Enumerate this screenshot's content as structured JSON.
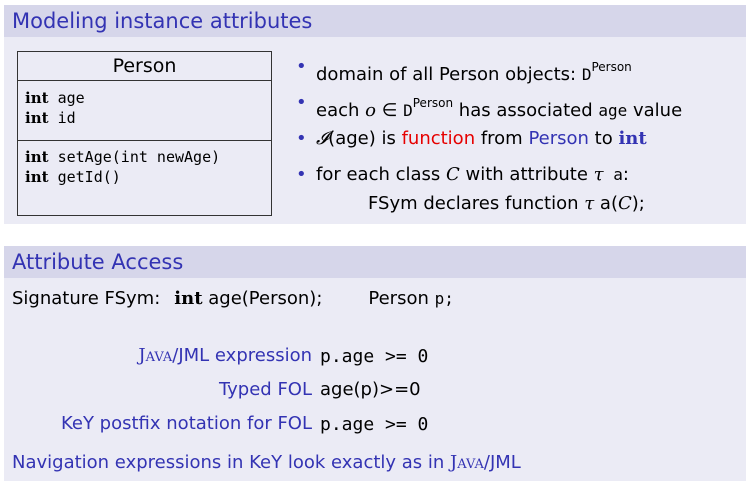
{
  "block1": {
    "title": "Modeling instance attributes",
    "uml": {
      "class_name": "Person",
      "attributes": [
        {
          "type": "int",
          "name": " age"
        },
        {
          "type": "int",
          "name": " id"
        }
      ],
      "operations": [
        {
          "type": "int",
          "name": " setAge(int newAge)"
        },
        {
          "type": "int",
          "name": " getId()"
        }
      ]
    },
    "bullets": {
      "b1_text": "domain of all Person objects: ",
      "b1_domain": "D",
      "b1_sup": "Person",
      "b2_pre": "each ",
      "b2_o": "o",
      "b2_in": " ∈ ",
      "b2_domain": "D",
      "b2_sup": "Person",
      "b2_post": " has associated ",
      "b2_age": "age",
      "b2_end": " value",
      "b3_I": "𝓘",
      "b3_arg": "(age)",
      "b3_is": " is ",
      "b3_function": "function",
      "b3_from": " from ",
      "b3_person": "Person",
      "b3_to": " to ",
      "b3_int": "int",
      "b4_pre": "for each class ",
      "b4_C": "C",
      "b4_mid": " with attribute ",
      "b4_tau": "τ",
      "b4_a": " a",
      "b4_colon": ":",
      "cont_pre": "FSym declares function ",
      "cont_tau": "τ",
      "cont_a": " a(",
      "cont_C": "C",
      "cont_end": ");"
    }
  },
  "block2": {
    "title": "Attribute Access",
    "signature_label": "Signature FSym:",
    "sig_int": "int",
    "sig_decl": " age(Person);",
    "sig_person": "Person ",
    "sig_p": "p;",
    "rows": [
      {
        "label_pre": "",
        "label_java": "Java",
        "label_post": "/JML expression",
        "value": "p.age >= 0"
      },
      {
        "label_pre": "Typed FOL",
        "label_java": "",
        "label_post": "",
        "value": "age(p)>=0"
      },
      {
        "label_pre": "KeY postfix notation for FOL",
        "label_java": "",
        "label_post": "",
        "value": "p.age >= 0"
      }
    ],
    "footer_pre": "Navigation expressions in KeY look exactly as in ",
    "footer_java": "Java",
    "footer_post": "/JML"
  }
}
